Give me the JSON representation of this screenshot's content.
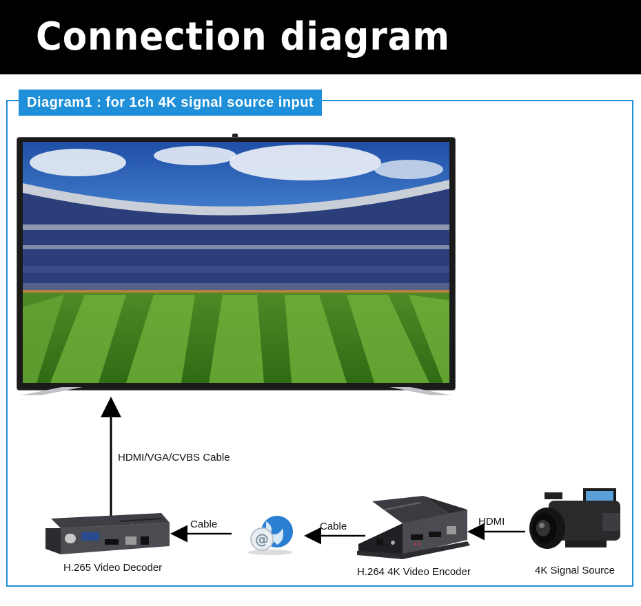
{
  "header": {
    "title": "Connection diagram"
  },
  "diagram": {
    "tag": "Diagram1 : for 1ch 4K signal source input",
    "arrows": {
      "decoder_to_tv": "HDMI/VGA/CVBS Cable",
      "network_to_decoder": "Cable",
      "encoder_to_network": "Cable",
      "camera_to_encoder": "HDMI"
    },
    "devices": {
      "decoder": "H.265  Video Decoder",
      "encoder": "H.264 4K Video Encoder",
      "source": "4K Signal Source"
    }
  },
  "colors": {
    "accent": "#1e8fd8",
    "header_bg": "#000000"
  },
  "icons": [
    "tv-icon",
    "decoder-icon",
    "network-globe-icon",
    "encoder-icon",
    "camera-icon"
  ]
}
